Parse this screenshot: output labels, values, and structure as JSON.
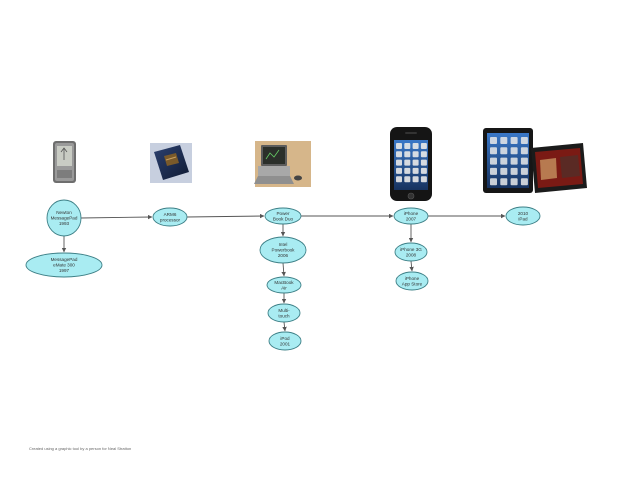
{
  "diagram": {
    "node_fill": "#a9ecf2",
    "node_stroke": "#3d7f86",
    "edge_color": "#555555",
    "nodes": [
      {
        "id": "newton",
        "lines": [
          "Newton",
          "MessagePad",
          "1993"
        ]
      },
      {
        "id": "messagepad",
        "lines": [
          "MessagePad",
          "eMate 300",
          "1997"
        ]
      },
      {
        "id": "arm6",
        "lines": [
          "ARM6",
          "processor"
        ]
      },
      {
        "id": "powerbook",
        "lines": [
          "Power",
          "Book Duo"
        ]
      },
      {
        "id": "intel",
        "lines": [
          "Intel",
          "Powerbook",
          "2006"
        ]
      },
      {
        "id": "macbook",
        "lines": [
          "MacBook",
          "Air"
        ]
      },
      {
        "id": "multitouch",
        "lines": [
          "Multi-",
          "touch"
        ]
      },
      {
        "id": "ipod",
        "lines": [
          "iPod",
          "2001"
        ]
      },
      {
        "id": "iphone",
        "lines": [
          "iPhone",
          "2007"
        ]
      },
      {
        "id": "iphone3g",
        "lines": [
          "iPhone 3G",
          "2008"
        ]
      },
      {
        "id": "appstore",
        "lines": [
          "iPhone",
          "App Store"
        ]
      },
      {
        "id": "ipad",
        "lines": [
          "2010",
          "iPad"
        ]
      }
    ],
    "edges": [
      [
        "newton",
        "arm6"
      ],
      [
        "arm6",
        "powerbook"
      ],
      [
        "powerbook",
        "iphone"
      ],
      [
        "iphone",
        "ipad"
      ],
      [
        "newton",
        "messagepad"
      ],
      [
        "powerbook",
        "intel"
      ],
      [
        "intel",
        "macbook"
      ],
      [
        "macbook",
        "multitouch"
      ],
      [
        "multitouch",
        "ipod"
      ],
      [
        "iphone",
        "iphone3g"
      ],
      [
        "iphone3g",
        "appstore"
      ]
    ],
    "images": [
      {
        "id": "newton-device-icon",
        "type": "pda"
      },
      {
        "id": "arm-chip-icon",
        "type": "chip"
      },
      {
        "id": "laptop-icon",
        "type": "laptop"
      },
      {
        "id": "iphone-icon",
        "type": "phone"
      },
      {
        "id": "ipad-icon",
        "type": "tablet"
      }
    ]
  },
  "footer": "Created using a graphic tool by a person for Neal Stratton"
}
